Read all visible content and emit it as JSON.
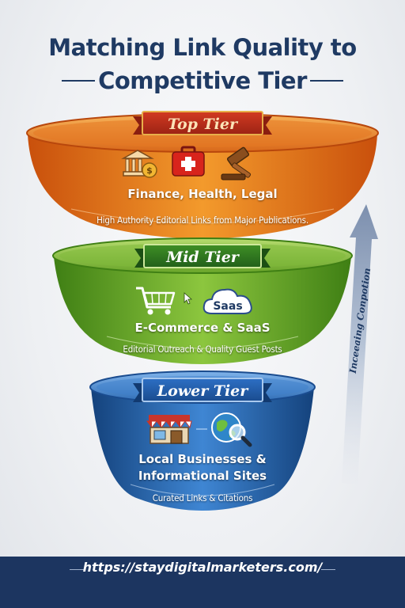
{
  "title": {
    "line1": "Matching Link Quality to",
    "line2": "Competitive Tier"
  },
  "tiers": [
    {
      "ribbon": "Top Tier",
      "name": "Finance, Health, Legal",
      "description": "High Authority Editorial Links from Major Publications.",
      "icons": [
        "bank-icon",
        "first-aid-kit-icon",
        "gavel-icon"
      ],
      "color": "#e8731c"
    },
    {
      "ribbon": "Mid Tier",
      "name": "E-Commerce & SaaS",
      "description": "Editorial Outreach & Quality Guest Posts",
      "icons": [
        "shopping-cart-icon",
        "cloud-icon"
      ],
      "cloud_label": "Saas",
      "color": "#6bab2c"
    },
    {
      "ribbon": "Lower Tier",
      "name_line1": "Local Businesses &",
      "name_line2": "Informational Sites",
      "description": "Curated Links & Citations",
      "icons": [
        "storefront-icon",
        "globe-search-icon"
      ],
      "color": "#2f6fb8"
    }
  ],
  "arrow_label": "Inceeaing Conpotion",
  "footer": {
    "url": "https://staydigitalmarketers.com/"
  }
}
